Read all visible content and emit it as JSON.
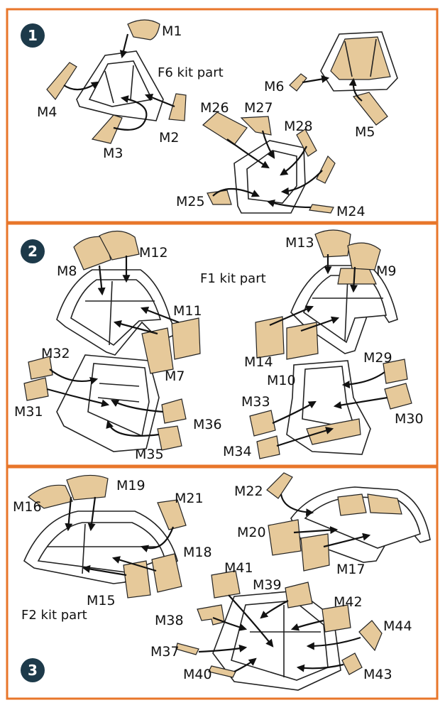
{
  "colors": {
    "border": "#e8762a",
    "mask": "#e6c99a",
    "badge": "#1d3a4a"
  },
  "panels": [
    {
      "step": "1",
      "caption": "F6 kit part",
      "labels": [
        "M1",
        "M2",
        "M3",
        "M4",
        "M5",
        "M6",
        "M24",
        "M25",
        "M26",
        "M27",
        "M28"
      ]
    },
    {
      "step": "2",
      "caption": "F1 kit part",
      "labels": [
        "M7",
        "M8",
        "M9",
        "M10",
        "M11",
        "M12",
        "M13",
        "M14",
        "M29",
        "M30",
        "M31",
        "M32",
        "M33",
        "M34",
        "M35",
        "M36"
      ]
    },
    {
      "step": "3",
      "caption": "F2 kit part",
      "labels": [
        "M15",
        "M16",
        "M17",
        "M18",
        "M19",
        "M20",
        "M21",
        "M22",
        "M37",
        "M38",
        "M39",
        "M40",
        "M41",
        "M42",
        "M43",
        "M44"
      ]
    }
  ]
}
